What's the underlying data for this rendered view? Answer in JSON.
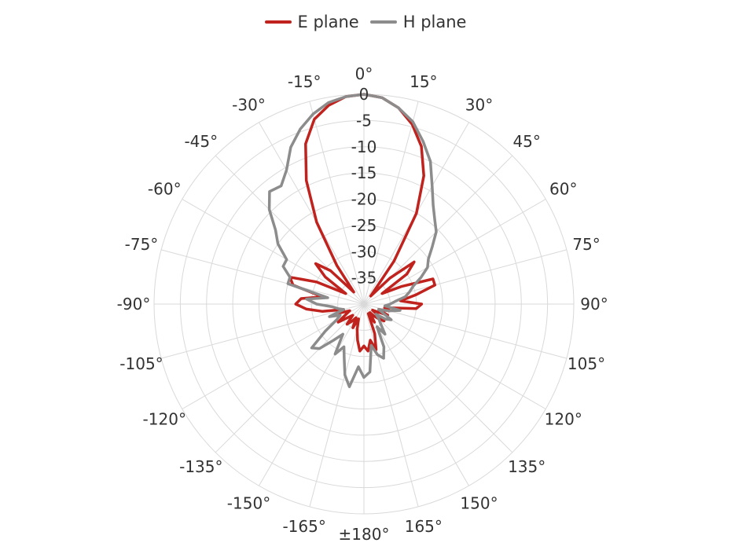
{
  "chart_data": {
    "type": "polar-line",
    "legend_position": "top-center",
    "radial_axis": {
      "direction": "decreasing-outward",
      "tick_labels": [
        "0",
        "-5",
        "-10",
        "-15",
        "-20",
        "-25",
        "-30",
        "-35"
      ],
      "inner_value": -40,
      "outer_value": 0
    },
    "angular_axis": {
      "zero_at": "top",
      "tick_labels": [
        "0°",
        "15°",
        "30°",
        "45°",
        "60°",
        "75°",
        "90°",
        "105°",
        "120°",
        "135°",
        "150°",
        "165°",
        "±180°",
        "-165°",
        "-150°",
        "-135°",
        "-120°",
        "-105°",
        "-90°",
        "-75°",
        "-60°",
        "-45°",
        "-30°",
        "-15°"
      ],
      "grid": true
    },
    "series": [
      {
        "name": "E plane",
        "color": "#c0221e",
        "angles": [
          0,
          5,
          10,
          15,
          20,
          25,
          30,
          35,
          40,
          45,
          50,
          55,
          60,
          65,
          70,
          75,
          80,
          85,
          90,
          95,
          100,
          105,
          110,
          115,
          120,
          125,
          130,
          135,
          140,
          145,
          150,
          155,
          160,
          165,
          170,
          175,
          180,
          185,
          190,
          195,
          200,
          205,
          210,
          215,
          220,
          225,
          230,
          235,
          240,
          245,
          250,
          255,
          260,
          265,
          270,
          275,
          280,
          285,
          290,
          295,
          300,
          305,
          310,
          315,
          320,
          325,
          330,
          335,
          340,
          345,
          350,
          355
        ],
        "values": [
          0,
          -0.5,
          -2,
          -4.5,
          -8,
          -13,
          -20,
          -30,
          -38,
          -33,
          -27.5,
          -30,
          -36,
          -32,
          -26,
          -26,
          -30,
          -33,
          -29,
          -30,
          -36,
          -35,
          -37,
          -35,
          -37,
          -38,
          -35,
          -36,
          -37,
          -38,
          -36,
          -38,
          -34,
          -31,
          -33,
          -31,
          -32,
          -31,
          -33,
          -35,
          -37,
          -35,
          -37,
          -36,
          -35,
          -37,
          -36,
          -34,
          -36,
          -37,
          -35,
          -36,
          -32,
          -29,
          -27,
          -28,
          -32,
          -26,
          -25,
          -30,
          -36,
          -31,
          -28,
          -31,
          -37,
          -31,
          -22,
          -14,
          -7.5,
          -3.5,
          -1.5,
          -0.3
        ]
      },
      {
        "name": "H plane",
        "color": "#8c8c8c",
        "angles": [
          0,
          5,
          10,
          15,
          20,
          25,
          30,
          35,
          40,
          45,
          50,
          55,
          60,
          65,
          70,
          75,
          80,
          85,
          90,
          95,
          100,
          105,
          110,
          115,
          120,
          125,
          130,
          135,
          140,
          145,
          150,
          155,
          160,
          165,
          170,
          175,
          180,
          185,
          190,
          195,
          200,
          205,
          210,
          215,
          220,
          225,
          230,
          235,
          240,
          245,
          250,
          255,
          260,
          265,
          270,
          275,
          280,
          285,
          290,
          295,
          300,
          305,
          310,
          315,
          320,
          325,
          330,
          335,
          340,
          345,
          350,
          355
        ],
        "values": [
          0,
          -0.5,
          -2,
          -4,
          -7,
          -10,
          -14,
          -17,
          -19,
          -20.5,
          -23,
          -25,
          -26,
          -28,
          -30,
          -31,
          -32,
          -34,
          -35,
          -36,
          -33,
          -35,
          -37,
          -36,
          -34,
          -35,
          -37,
          -36,
          -35,
          -33,
          -35,
          -31,
          -29,
          -30,
          -32,
          -27,
          -26,
          -28,
          -24,
          -26,
          -29,
          -31,
          -29,
          -33,
          -31,
          -28,
          -27,
          -31,
          -34,
          -35,
          -33,
          -36,
          -35,
          -34,
          -31,
          -29,
          -33,
          -25,
          -25,
          -23,
          -23,
          -20,
          -18,
          -14.5,
          -12,
          -12.5,
          -10.5,
          -7,
          -4.5,
          -2.5,
          -1,
          -0.3
        ]
      }
    ]
  }
}
